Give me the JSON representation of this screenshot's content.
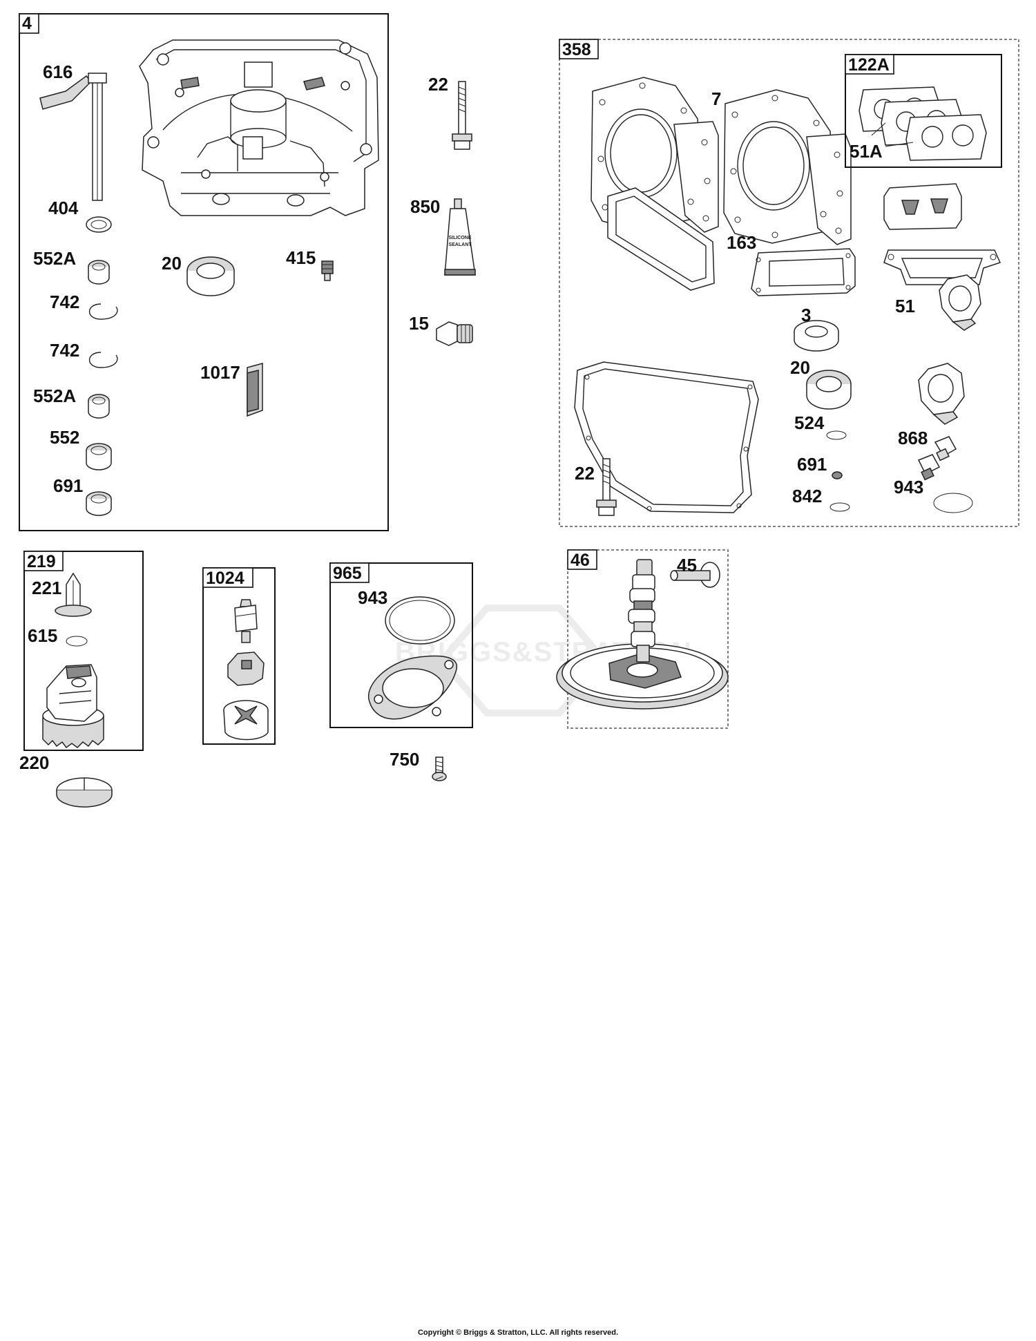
{
  "watermark": {
    "text": "BRIGGS&STRATTON"
  },
  "groups": {
    "g4": "4",
    "g358": "358",
    "g122a": "122A",
    "g219": "219",
    "g1024": "1024",
    "g965": "965",
    "g46": "46"
  },
  "labels": {
    "p616": "616",
    "p404": "404",
    "p552a_1": "552A",
    "p742_1": "742",
    "p742_2": "742",
    "p552a_2": "552A",
    "p552": "552",
    "p691_a": "691",
    "p20_a": "20",
    "p415": "415",
    "p1017": "1017",
    "p22_a": "22",
    "p850": "850",
    "p15": "15",
    "p7": "7",
    "p51a": "51A",
    "p163": "163",
    "p3": "3",
    "p51": "51",
    "p20_b": "20",
    "p524": "524",
    "p868": "868",
    "p22_b": "22",
    "p691_b": "691",
    "p842": "842",
    "p943_a": "943",
    "p221": "221",
    "p615": "615",
    "p220": "220",
    "p943_b": "943",
    "p750": "750",
    "p45": "45"
  },
  "sealant_tube_text": [
    "SILICONE",
    "SEALANT"
  ],
  "copyright": "Copyright © Briggs & Stratton, LLC. All rights reserved."
}
